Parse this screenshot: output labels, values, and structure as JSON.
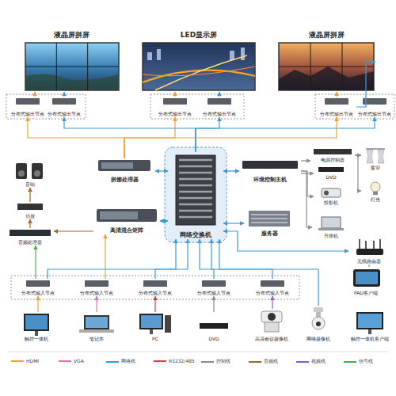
{
  "diagram": {
    "nodes": [
      {
        "text": [
          "液晶屏拼屏"
        ]
      },
      {
        "text": [
          "LED显示屏"
        ]
      },
      {
        "text": [
          "液晶屏拼屏"
        ]
      },
      {
        "text": [
          "分布式输出节点"
        ]
      },
      {
        "text": [
          "分布式输出节点"
        ]
      },
      {
        "text": [
          "分布式输出节点"
        ]
      },
      {
        "text": [
          "分布式输出节点"
        ]
      },
      {
        "text": [
          "分布式输出节点"
        ]
      },
      {
        "text": [
          "分布式输出节点"
        ]
      },
      {
        "text": [
          "拼接处理器"
        ]
      },
      {
        "text": [
          "高清混合矩阵"
        ]
      },
      {
        "text": [
          "网络交换机"
        ]
      },
      {
        "text": [
          "环境控制主机"
        ]
      },
      {
        "text": [
          "服务器"
        ]
      },
      {
        "text": [
          "音响"
        ]
      },
      {
        "text": [
          "功放"
        ]
      },
      {
        "text": [
          "音频处理器"
        ]
      },
      {
        "text": [
          "电源控制器"
        ]
      },
      {
        "text": [
          "DVD"
        ]
      },
      {
        "text": [
          "投影机"
        ]
      },
      {
        "text": [
          "升降机"
        ]
      },
      {
        "text": [
          "窗帘"
        ]
      },
      {
        "text": [
          "灯光"
        ]
      },
      {
        "text": [
          "无线路由器"
        ]
      },
      {
        "text": [
          "PAD客户端"
        ]
      },
      {
        "text": [
          "触控一体机客户端"
        ]
      },
      {
        "text": [
          "分布式输入节点"
        ]
      },
      {
        "text": [
          "分布式输入节点"
        ]
      },
      {
        "text": [
          "分布式输入节点"
        ]
      },
      {
        "text": [
          "分布式输入节点"
        ]
      },
      {
        "text": [
          "分布式输入节点"
        ]
      },
      {
        "text": [
          "触控一体机"
        ]
      },
      {
        "text": [
          "笔记本"
        ]
      },
      {
        "text": [
          "PC"
        ]
      },
      {
        "text": [
          "DVD"
        ]
      },
      {
        "text": [
          "高清会议摄像机"
        ]
      },
      {
        "text": [
          "网络摄像机"
        ]
      }
    ],
    "edges": [
      {
        "from": 3,
        "to": 0,
        "arrow": "to"
      },
      {
        "from": 4,
        "to": 0,
        "arrow": "to"
      },
      {
        "from": 5,
        "to": 1,
        "arrow": "to"
      },
      {
        "from": 6,
        "to": 1,
        "arrow": "to"
      },
      {
        "from": 7,
        "to": 2,
        "arrow": "to"
      },
      {
        "from": 8,
        "to": 2,
        "arrow": "to"
      },
      {
        "from": 9,
        "to": 3,
        "arrow": "to"
      },
      {
        "from": 9,
        "to": 5,
        "arrow": "to"
      },
      {
        "from": 9,
        "to": 7,
        "arrow": "to"
      },
      {
        "from": 11,
        "to": 4,
        "arrow": "to"
      },
      {
        "from": 11,
        "to": 6,
        "arrow": "to"
      },
      {
        "from": 11,
        "to": 8,
        "arrow": "to"
      },
      {
        "from": 9,
        "to": 11,
        "arrow": "both"
      },
      {
        "from": 10,
        "to": 11,
        "arrow": "both"
      },
      {
        "from": 11,
        "to": 12,
        "arrow": "both"
      },
      {
        "from": 11,
        "to": 13,
        "arrow": "both"
      },
      {
        "from": 12,
        "to": 17,
        "arrow": "to"
      },
      {
        "from": 12,
        "to": 18,
        "arrow": "to"
      },
      {
        "from": 12,
        "to": 19,
        "arrow": "to"
      },
      {
        "from": 12,
        "to": 20,
        "arrow": "to"
      },
      {
        "from": 17,
        "to": 21,
        "arrow": "to"
      },
      {
        "from": 17,
        "to": 22,
        "arrow": "to"
      },
      {
        "from": 16,
        "to": 15,
        "arrow": "to"
      },
      {
        "from": 15,
        "to": 14,
        "arrow": "to"
      },
      {
        "from": 10,
        "to": 16,
        "arrow": "to"
      },
      {
        "from": 31,
        "to": 26,
        "arrow": "to"
      },
      {
        "from": 32,
        "to": 27,
        "arrow": "to"
      },
      {
        "from": 33,
        "to": 28,
        "arrow": "to"
      },
      {
        "from": 34,
        "to": 29,
        "arrow": "to"
      },
      {
        "from": 35,
        "to": 30,
        "arrow": "to"
      },
      {
        "from": 26,
        "to": 16,
        "arrow": "to"
      },
      {
        "from": 27,
        "to": 10,
        "arrow": "to"
      },
      {
        "from": 26,
        "to": 11,
        "arrow": "to"
      },
      {
        "from": 28,
        "to": 11,
        "arrow": "to"
      },
      {
        "from": 29,
        "to": 11,
        "arrow": "to"
      },
      {
        "from": 30,
        "to": 11,
        "arrow": "to"
      },
      {
        "from": 36,
        "to": 11,
        "arrow": "to"
      },
      {
        "from": 23,
        "to": 11,
        "arrow": "both"
      },
      {
        "from": 23,
        "to": 24,
        "arrow": "none"
      }
    ],
    "legend": [
      {
        "text": "HDMI",
        "color": "#f0a030"
      },
      {
        "text": "VGA",
        "color": "#e46fa7"
      },
      {
        "text": "网络线",
        "color": "#3a9ad9"
      },
      {
        "text": "RS232/485",
        "color": "#d23c3c"
      },
      {
        "text": "控制线",
        "color": "#8a8a8a"
      },
      {
        "text": "音频线",
        "color": "#a0662c"
      },
      {
        "text": "视频线",
        "color": "#8e59c2"
      },
      {
        "text": "信号线",
        "color": "#4caf50"
      }
    ]
  }
}
